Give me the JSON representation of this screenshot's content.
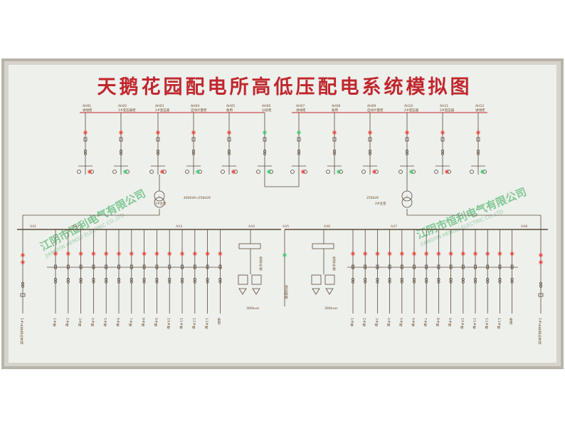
{
  "title": "天鹅花园配电所高低压配电系统模拟图",
  "watermark": {
    "company": "江阴市恒利电气有限公司",
    "english": "JIANGYIN HENGLI ELECTRIC CO.,LTD",
    "color": "#27a54b"
  },
  "colors": {
    "frame": "#b8b4aa",
    "board": "#eef0ec",
    "title": "#c0272d",
    "lines": "#5a4a3a",
    "lamp_red": "#e8453c",
    "lamp_green": "#3cc86e"
  },
  "hv": {
    "left_feeders": [
      {
        "id": "AH01",
        "label": "进线柜"
      },
      {
        "id": "AH02",
        "label": "1#变压器柜"
      },
      {
        "id": "AH03",
        "label": "2#变压器"
      },
      {
        "id": "AH04",
        "label": "自动计量柜"
      },
      {
        "id": "AH05",
        "label": "备用"
      },
      {
        "id": "AH06",
        "label": "分段柜"
      }
    ],
    "right_feeders": [
      {
        "id": "AH07",
        "label": "进线柜"
      },
      {
        "id": "AH08",
        "label": "备用"
      },
      {
        "id": "AH09",
        "label": "自动计量柜"
      },
      {
        "id": "AH10",
        "label": "2#变压器"
      },
      {
        "id": "AH11",
        "label": "2#变压器"
      },
      {
        "id": "AH12",
        "label": "进线柜"
      }
    ],
    "left_tx_note": "400kVA+250kVA",
    "right_tx_note": "250kVA",
    "left_tx_label": "1#主变",
    "right_tx_label": "2#主变"
  },
  "lv": {
    "panels": [
      "AA1",
      "AA2",
      "AA3",
      "AA4",
      "AA5",
      "AA6",
      "AA7",
      "AA8"
    ],
    "left_capacitor_label": "300kvar",
    "right_capacitor_label": "300kvar",
    "left_incoming": "1#主变低压进线",
    "right_incoming": "2#主变低压进线",
    "left_feeders": [
      "1#楼",
      "2#楼",
      "3#楼",
      "4#楼",
      "5#楼",
      "6#楼",
      "7#楼",
      "8#楼",
      "9#楼",
      "10#楼",
      "11#楼",
      "12#楼",
      "13#楼",
      "备用"
    ],
    "right_feeders": [
      "1#楼",
      "2#楼",
      "3#楼",
      "4#楼",
      "5#楼",
      "6#楼",
      "7#楼",
      "8#楼",
      "9#楼",
      "10#楼",
      "11#楼",
      "12#楼",
      "13#楼",
      "备用"
    ],
    "left_comp_label": "电容补偿",
    "right_comp_label": "电容补偿",
    "tie_label": "低压联络"
  }
}
